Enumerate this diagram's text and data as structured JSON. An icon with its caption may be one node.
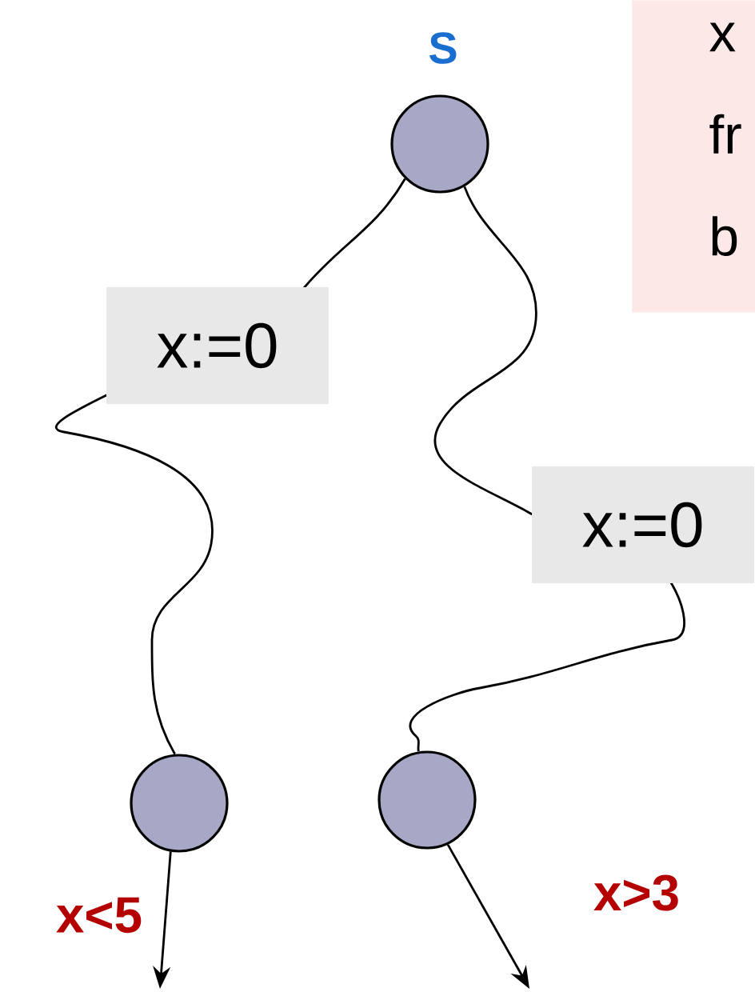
{
  "diagram": {
    "nodes": [
      {
        "text": [],
        "shape": "circle",
        "beside": [
          "S"
        ]
      },
      {
        "text": [
          "x fr b"
        ]
      },
      {
        "text": [],
        "shape": "circle"
      },
      {
        "text": [],
        "shape": "circle"
      }
    ],
    "edges": [
      {
        "from": 0,
        "to": 2,
        "arrow": "none",
        "label": "x:=0"
      },
      {
        "from": 0,
        "to": 3,
        "arrow": "none",
        "label": "x:=0"
      },
      {
        "from": 2,
        "to": null,
        "arrow": "to",
        "label": "x<5"
      },
      {
        "from": 3,
        "to": null,
        "arrow": "to",
        "label": "x>3"
      }
    ]
  }
}
